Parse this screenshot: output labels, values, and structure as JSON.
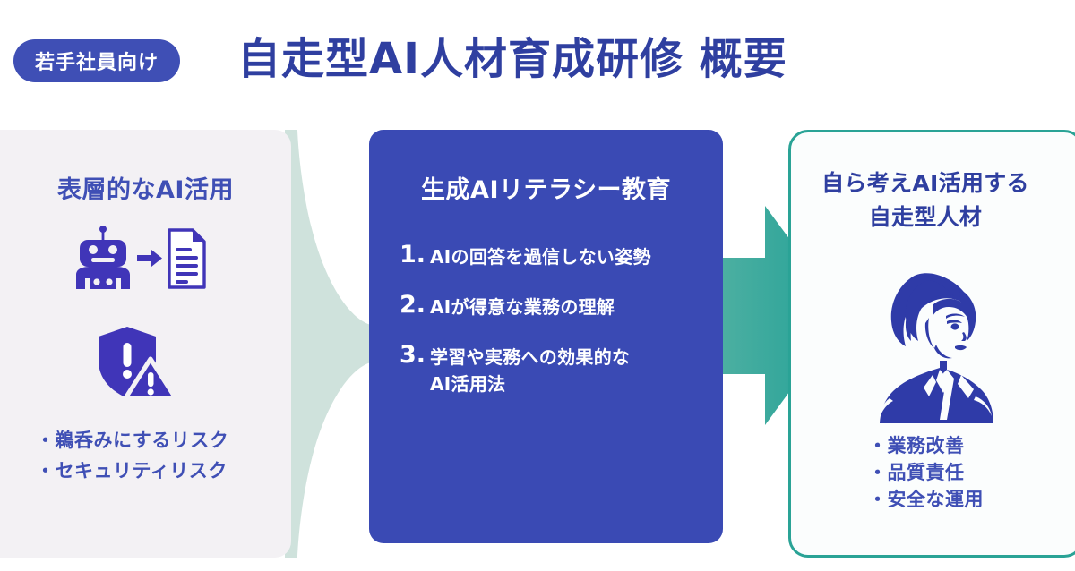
{
  "header": {
    "badge": "若手社員向け",
    "title": "自走型AI人材育成研修 概要"
  },
  "colors": {
    "brand_blue": "#3f4fb5",
    "deep_blue": "#2f3fa0",
    "card_blue": "#3a4ab4",
    "teal": "#2aa396",
    "mint": "#cfe2dc",
    "grey_card": "#f3f1f4"
  },
  "problem": {
    "heading": "表層的なAI活用",
    "icons": [
      "robot-to-document-icon",
      "shield-alert-icon"
    ],
    "bullets": [
      "・鵜呑みにするリスク",
      "・セキュリティリスク"
    ]
  },
  "program": {
    "heading": "生成AIリテラシー教育",
    "items": [
      {
        "num": "1.",
        "text": "AIの回答を過信しない姿勢"
      },
      {
        "num": "2.",
        "text": "AIが得意な業務の理解"
      },
      {
        "num": "3.",
        "text": "学習や実務への効果的な\nAI活用法"
      }
    ]
  },
  "outcome": {
    "heading_line1": "自ら考えAI活用する",
    "heading_line2": "自走型人材",
    "icon": "businesswoman-icon",
    "bullets": [
      "・業務改善",
      "・品質責任",
      "・安全な運用"
    ]
  },
  "connectors": {
    "funnel": "funnel-shape-connector",
    "arrow": "right-arrow-connector"
  }
}
